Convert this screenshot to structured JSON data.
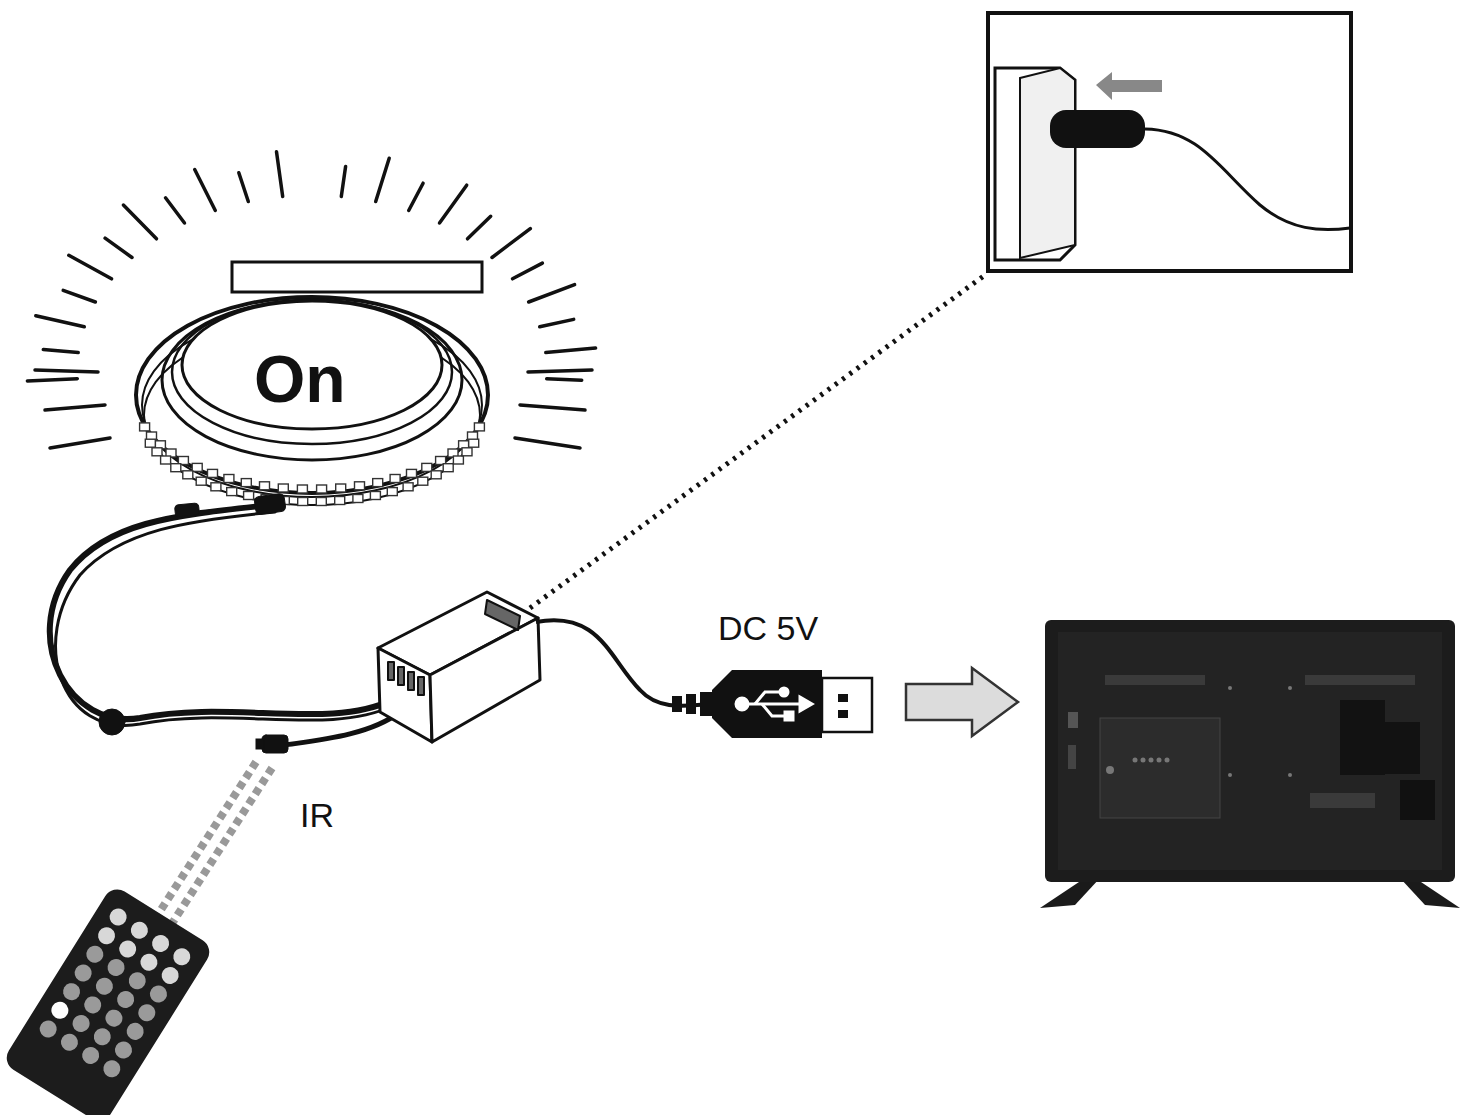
{
  "diagram": {
    "labels": [
      "On",
      "DC 5V",
      "IR"
    ]
  }
}
